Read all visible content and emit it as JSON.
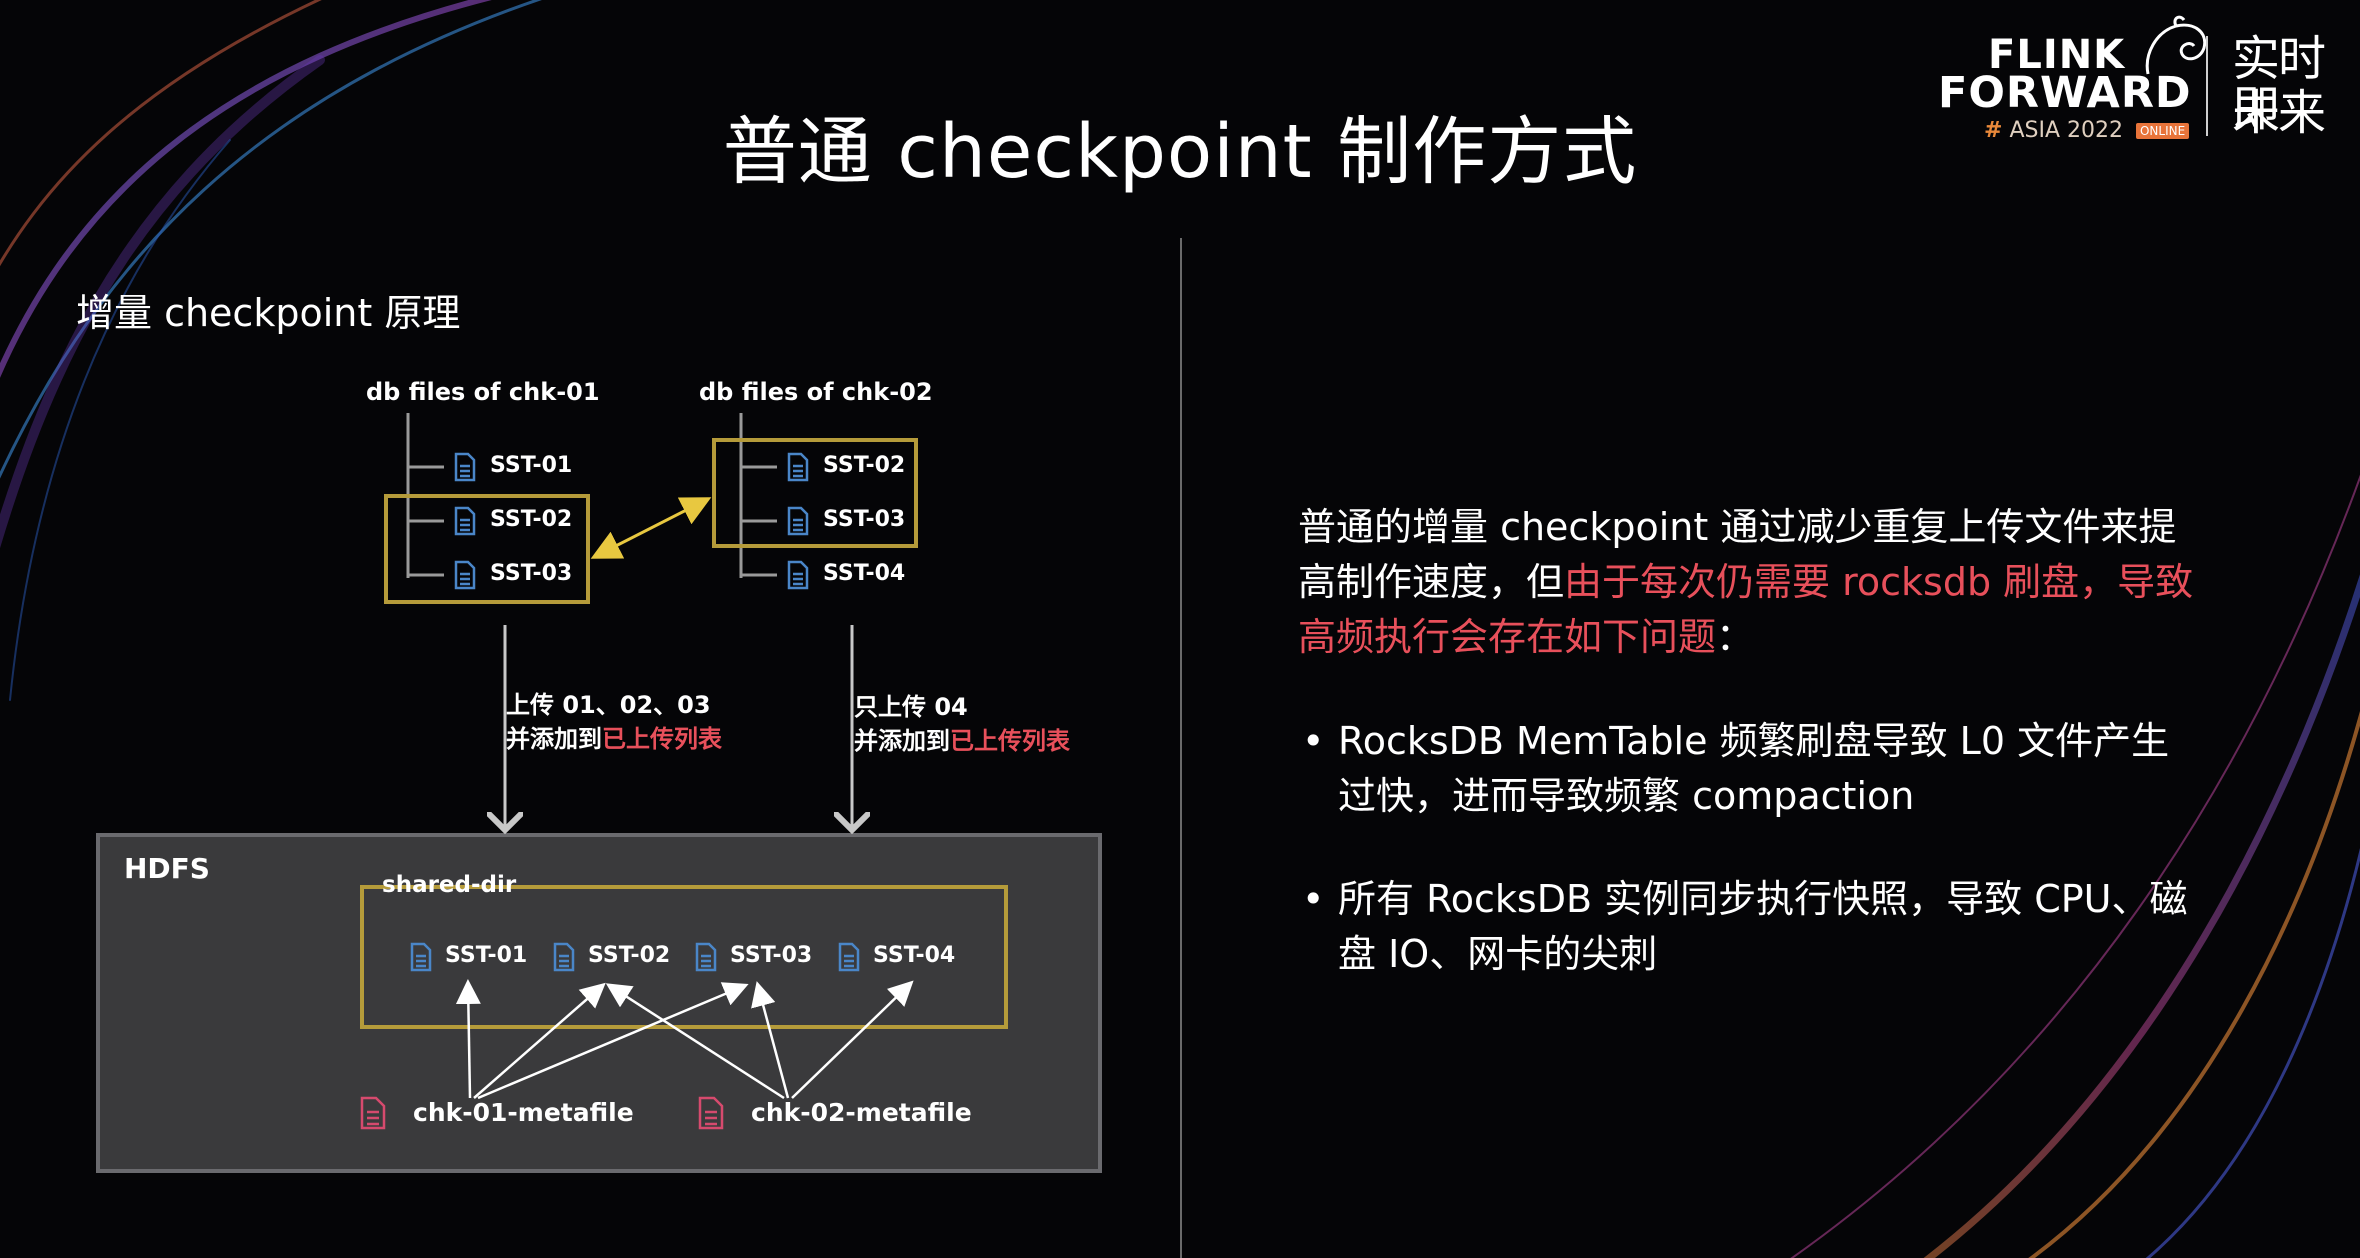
{
  "slide_title": "普通 checkpoint 制作方式",
  "logo": {
    "line1": "FLINK",
    "line2": "FORWARD",
    "hash": "#",
    "event": "ASIA 2022",
    "online": "ONLINE",
    "cn_line1": "实时即",
    "cn_line2": "未来"
  },
  "left": {
    "subtitle": "增量 checkpoint 原理",
    "chk1": {
      "header": "db files of chk-01",
      "files": [
        "SST-01",
        "SST-02",
        "SST-03"
      ]
    },
    "chk2": {
      "header": "db files of chk-02",
      "files": [
        "SST-02",
        "SST-03",
        "SST-04"
      ]
    },
    "upload1": {
      "line1": "上传 01、02、03",
      "line2_prefix": "并添加到",
      "line2_highlight": "已上传列表"
    },
    "upload2": {
      "line1": "只上传 04",
      "line2_prefix": "并添加到",
      "line2_highlight": "已上传列表"
    },
    "hdfs": {
      "label": "HDFS",
      "shared_dir": "shared-dir",
      "files": [
        "SST-01",
        "SST-02",
        "SST-03",
        "SST-04"
      ],
      "metafiles": [
        "chk-01-metafile",
        "chk-02-metafile"
      ]
    }
  },
  "right": {
    "desc_normal": "普通的增量 checkpoint 通过减少重复上传文件来提高制作速度，但",
    "desc_highlight": "由于每次仍需要 rocksdb 刷盘，导致高频执行会存在如下问题",
    "desc_end": "：",
    "bullets": [
      "RocksDB MemTable 频繁刷盘导致 L0 文件产生过快，进而导致频繁 compaction",
      "所有 RocksDB 实例同步执行快照，导致 CPU、磁盘 IO、网卡的尖刺"
    ],
    "bullet_symbol": "•"
  },
  "colors": {
    "background": "#050507",
    "highlight_red": "#e8505b",
    "gold_box": "#b59b3a",
    "file_blue": "#4a86c8",
    "metafile_pink": "#d64a6e",
    "arrow_yellow": "#e8c840",
    "hdfs_bg": "#3a3a3c",
    "accent_orange": "#e8743a"
  },
  "icons": [
    "file-icon",
    "metafile-icon",
    "arrow-icon",
    "bullet-icon"
  ]
}
